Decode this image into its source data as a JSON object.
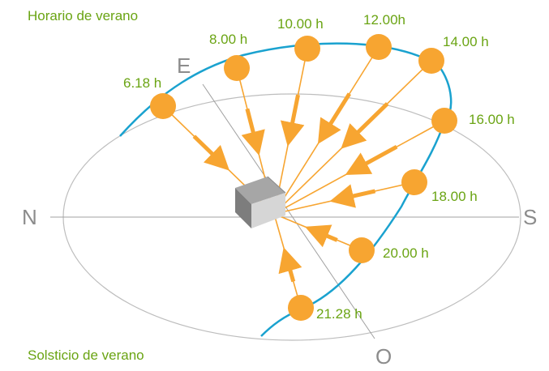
{
  "title": "Horario de verano",
  "caption": "Solsticio de verano",
  "cardinals": {
    "north": "N",
    "east": "E",
    "south": "S",
    "west": "O"
  },
  "times": [
    "6.18 h",
    "8.00 h",
    "10.00 h",
    "12.00h",
    "14.00 h",
    "16.00 h",
    "18.00 h",
    "20.00 h",
    "21.28 h"
  ],
  "colors": {
    "sun": "#f7a531",
    "ray": "#f7a531",
    "path": "#1aa2cf",
    "label": "#6aa413",
    "ellipse": "#bdbdbd",
    "axis": "#a0a0a0"
  }
}
